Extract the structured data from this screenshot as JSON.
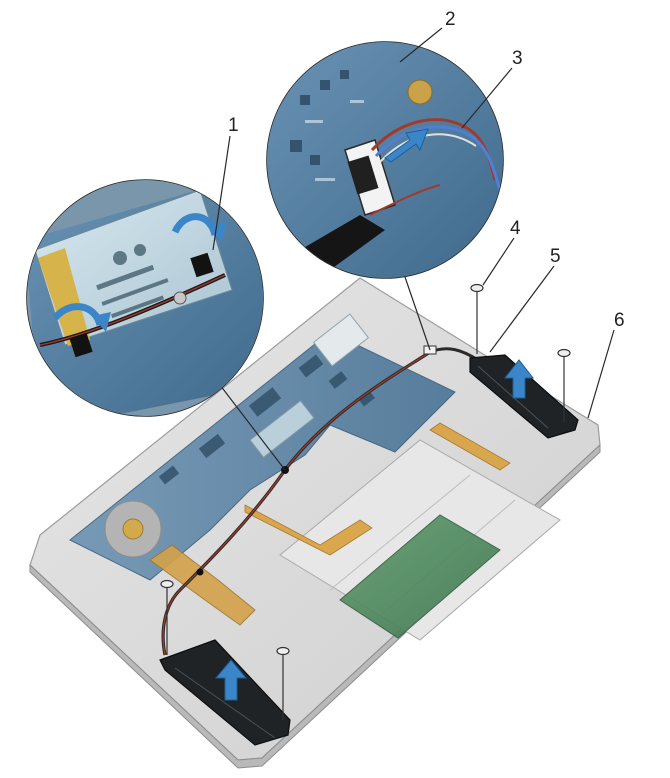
{
  "figure": {
    "callouts": [
      "1",
      "2",
      "3",
      "4",
      "5",
      "6"
    ]
  },
  "colors": {
    "chassis": "#dcdcdc",
    "board": "#5f86a6",
    "board_dark": "#3f6a8c",
    "speaker": "#1f2326",
    "arrow": "#3b86c8",
    "cable_red": "#a23a2c",
    "cable_blue": "#4f7fd6",
    "battery": "#e9e9e9",
    "copper": "#d4a24a"
  },
  "icons": {
    "lift_arrow": "arrow-up-icon",
    "screw": "screw-icon",
    "connector": "connector-icon"
  }
}
